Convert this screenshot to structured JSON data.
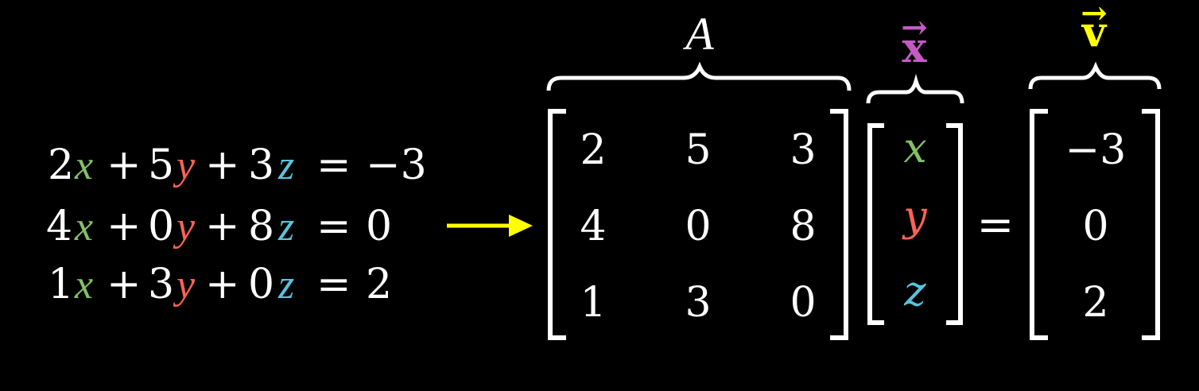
{
  "colors": {
    "background": "#000000",
    "text": "#ffffff",
    "x": "#83c167",
    "y": "#fc6255",
    "z": "#58c4dd",
    "vector_x": "#c55ac5",
    "vector_v": "#ffff00",
    "arrow": "#ffff00"
  },
  "equations": [
    {
      "a": "2",
      "b": "5",
      "c": "3",
      "rhs": "−3"
    },
    {
      "a": "4",
      "b": "0",
      "c": "8",
      "rhs": "0"
    },
    {
      "a": "1",
      "b": "3",
      "c": "0",
      "rhs": "2"
    }
  ],
  "variables": {
    "x": "x",
    "y": "y",
    "z": "z"
  },
  "operators": {
    "plus": "+",
    "equals": "="
  },
  "matrix": {
    "label": "A",
    "rows": [
      [
        "2",
        "5",
        "3"
      ],
      [
        "4",
        "0",
        "8"
      ],
      [
        "1",
        "3",
        "0"
      ]
    ]
  },
  "vector_x": {
    "label": "x",
    "entries": [
      "x",
      "y",
      "z"
    ]
  },
  "vector_v": {
    "label": "v",
    "entries": [
      "−3",
      "0",
      "2"
    ]
  },
  "vector_arrow_glyph": "→"
}
